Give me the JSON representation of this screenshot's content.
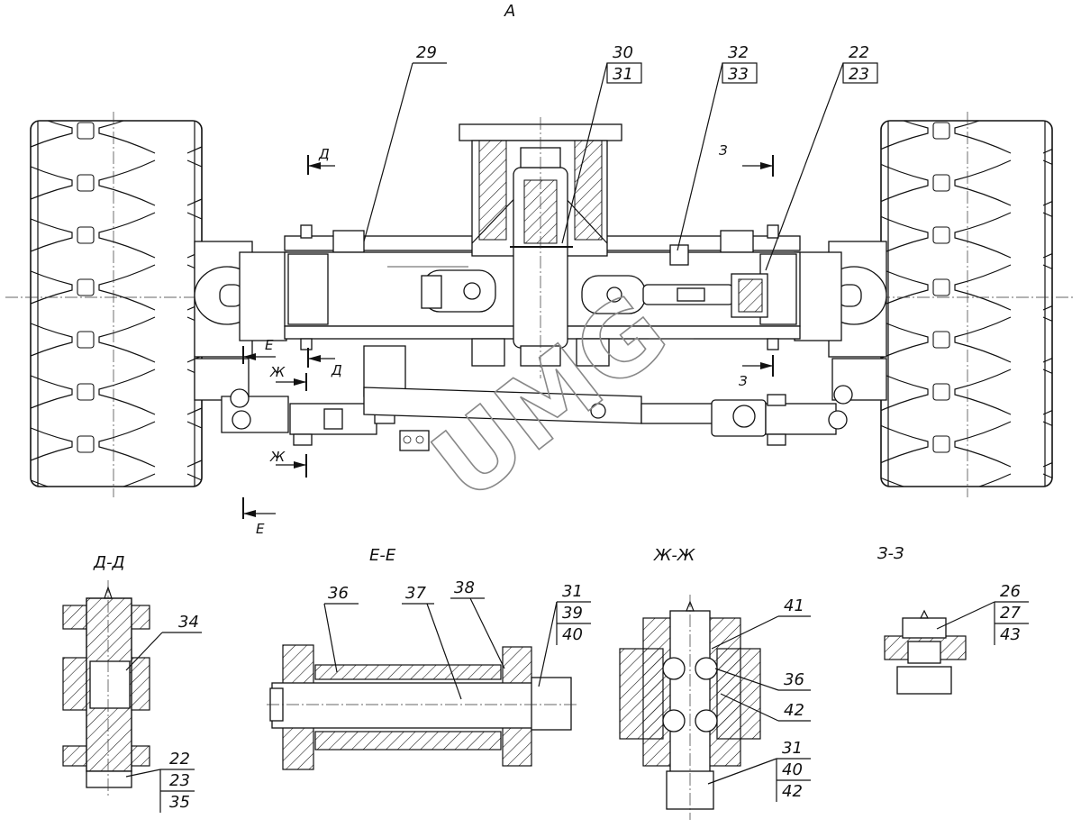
{
  "view_label": "А",
  "watermark": "UMG",
  "main_view": {
    "callouts": {
      "c29": "29",
      "c30": "30",
      "c31": "31",
      "c32": "32",
      "c33": "33",
      "c22": "22",
      "c23": "23"
    },
    "section_marks": {
      "d_top": "Д",
      "d_mid": "Д",
      "z_top": "З",
      "z_mid": "З",
      "e_mid": "Е",
      "e_bot": "Е",
      "zh_mid": "Ж",
      "zh_bot": "Ж"
    }
  },
  "sections": {
    "dd": {
      "title": "Д-Д",
      "callouts": {
        "c34": "34",
        "c22": "22",
        "c23": "23",
        "c35": "35"
      }
    },
    "ee": {
      "title": "Е-Е",
      "callouts": {
        "c36": "36",
        "c37": "37",
        "c38": "38",
        "c31": "31",
        "c39": "39",
        "c40": "40"
      }
    },
    "zhzh": {
      "title": "Ж-Ж",
      "callouts": {
        "c41": "41",
        "c36": "36",
        "c42": "42",
        "c31": "31",
        "c40": "40",
        "c42b": "42"
      }
    },
    "zz": {
      "title": "З-З",
      "callouts": {
        "c26": "26",
        "c27": "27",
        "c43": "43"
      }
    }
  },
  "colors": {
    "line": "#111111",
    "watermark": "#888888",
    "background": "#ffffff"
  }
}
